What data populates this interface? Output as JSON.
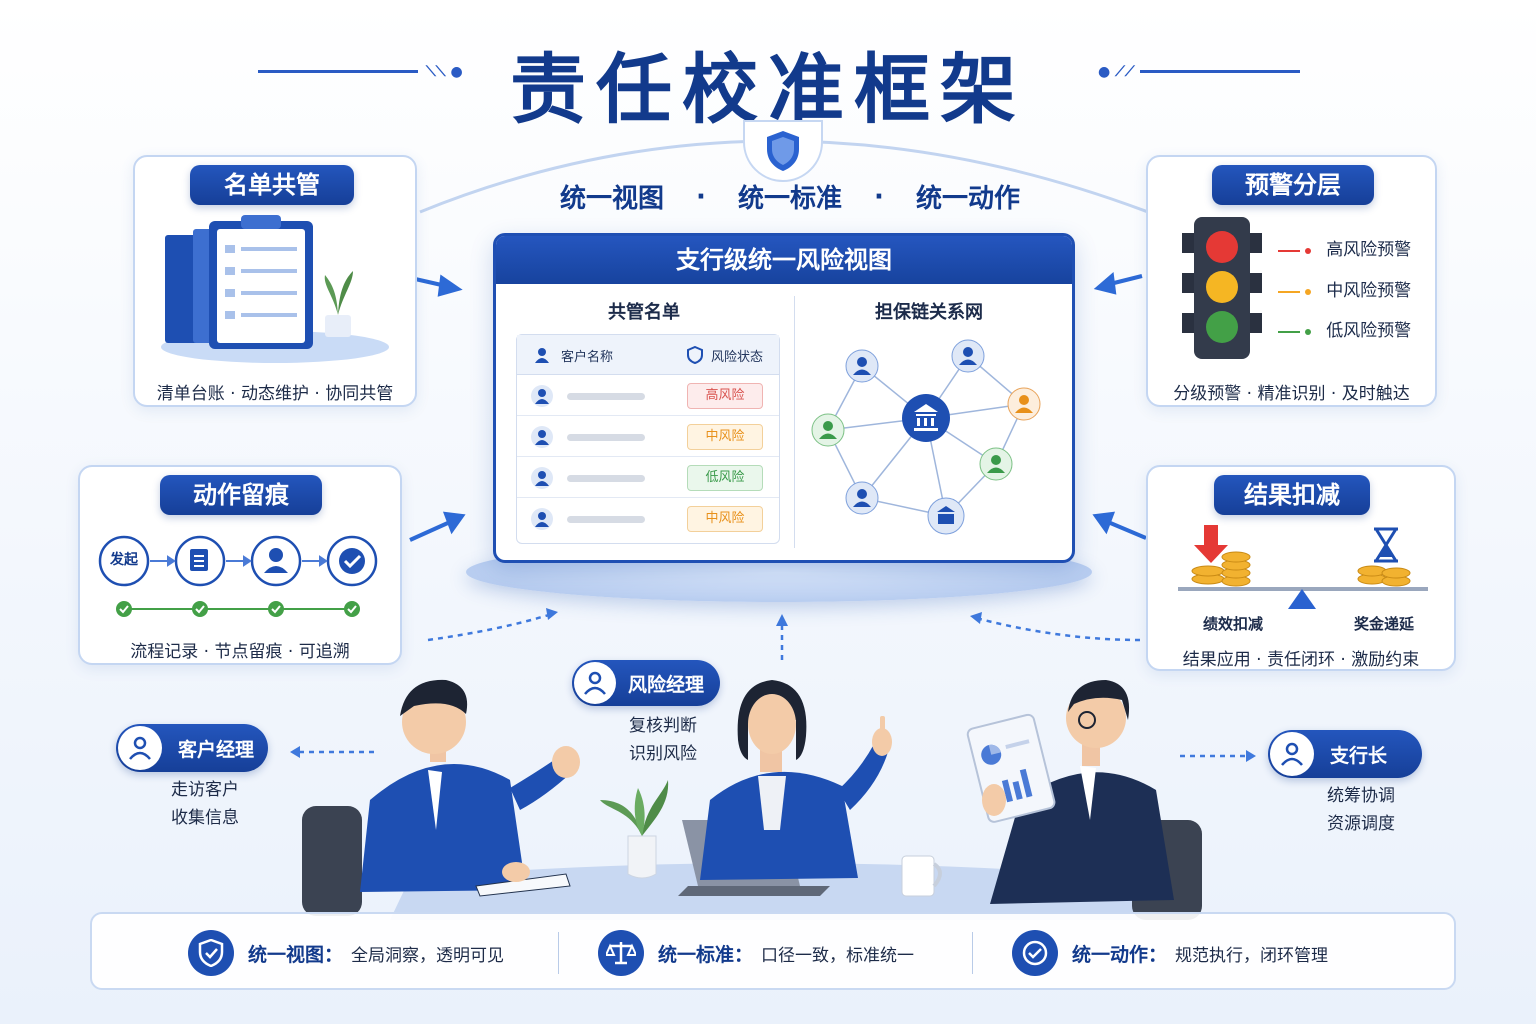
{
  "title": "责任校准框架",
  "top_tagline": {
    "items": [
      "统一视图",
      "统一标准",
      "统一动作"
    ],
    "separator": "·"
  },
  "center_panel": {
    "title": "支行级统一风险视图",
    "left_title": "共管名单",
    "right_title": "担保链关系网",
    "table": {
      "col_customer": "客户名称",
      "col_status": "风险状态",
      "rows": [
        {
          "status": "高风险",
          "color": "#d9534f"
        },
        {
          "status": "中风险",
          "color": "#e8901a"
        },
        {
          "status": "低风险",
          "color": "#3a9a4a"
        },
        {
          "status": "中风险",
          "color": "#e8901a"
        }
      ]
    }
  },
  "cards": {
    "list_shared": {
      "title": "名单共管",
      "caption": "清单台账 · 动态维护 · 协同共管"
    },
    "warning_layers": {
      "title": "预警分层",
      "levels": [
        {
          "label": "高风险预警",
          "color": "#e53935"
        },
        {
          "label": "中风险预警",
          "color": "#f5a623"
        },
        {
          "label": "低风险预警",
          "color": "#43a047"
        }
      ],
      "caption": "分级预警 · 精准识别 · 及时触达"
    },
    "action_trace": {
      "title": "动作留痕",
      "start_label": "发起",
      "caption": "流程记录 · 节点留痕 · 可追溯"
    },
    "result_deduction": {
      "title": "结果扣减",
      "left_label": "绩效扣减",
      "right_label": "奖金递延",
      "caption": "结果应用 · 责任闭环 · 激励约束"
    }
  },
  "roles": {
    "customer_manager": {
      "name": "客户经理",
      "lines": [
        "走访客户",
        "收集信息"
      ]
    },
    "risk_manager": {
      "name": "风险经理",
      "lines": [
        "复核判断",
        "识别风险"
      ]
    },
    "branch_head": {
      "name": "支行长",
      "lines": [
        "统筹协调",
        "资源调度"
      ]
    }
  },
  "bottom_bar": [
    {
      "label": "统一视图：",
      "text": "全局洞察，透明可见",
      "icon": "shield-check-icon"
    },
    {
      "label": "统一标准：",
      "text": "口径一致，标准统一",
      "icon": "scale-icon"
    },
    {
      "label": "统一动作：",
      "text": "规范执行，闭环管理",
      "icon": "check-circle-icon"
    }
  ],
  "colors": {
    "primary": "#1e4fb2",
    "title": "#123a8c",
    "high": "#d9534f",
    "mid": "#e8901a",
    "low": "#3a9a4a"
  }
}
